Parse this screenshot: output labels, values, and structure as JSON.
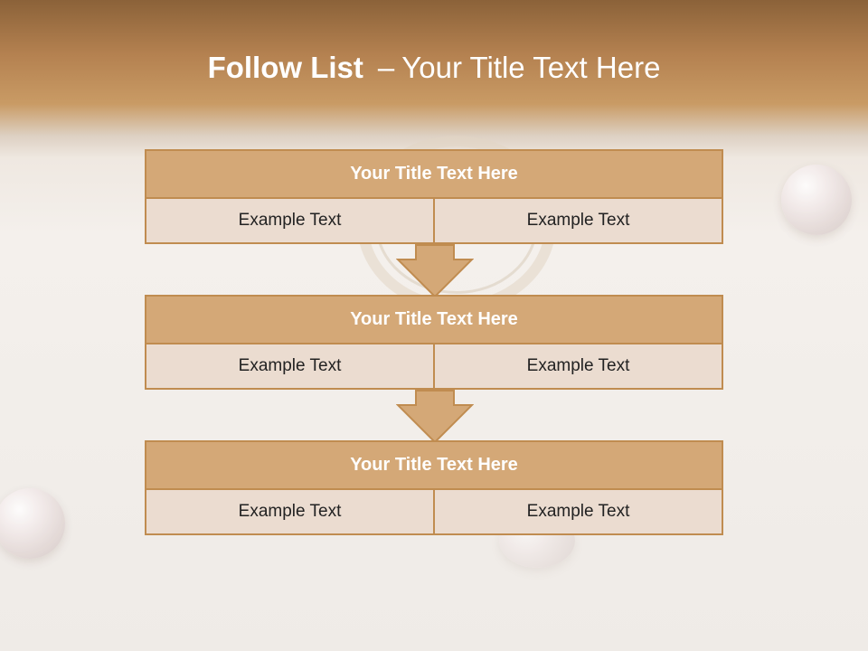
{
  "slide": {
    "title_bold": "Follow List",
    "title_separator": "–",
    "title_rest": "Your Title Text Here"
  },
  "blocks": [
    {
      "title": "Your Title Text Here",
      "left": "Example Text",
      "right": "Example Text"
    },
    {
      "title": "Your Title Text Here",
      "left": "Example Text",
      "right": "Example Text"
    },
    {
      "title": "Your Title Text Here",
      "left": "Example Text",
      "right": "Example Text"
    }
  ],
  "colors": {
    "header_fill": "#d4a877",
    "row_fill": "#ebdcd0",
    "border": "#c08c50",
    "arrow_fill": "#d4a877",
    "banner": "#b48150"
  },
  "icons": [
    "down-arrow-icon",
    "pearl-decoration",
    "ring-decoration"
  ]
}
